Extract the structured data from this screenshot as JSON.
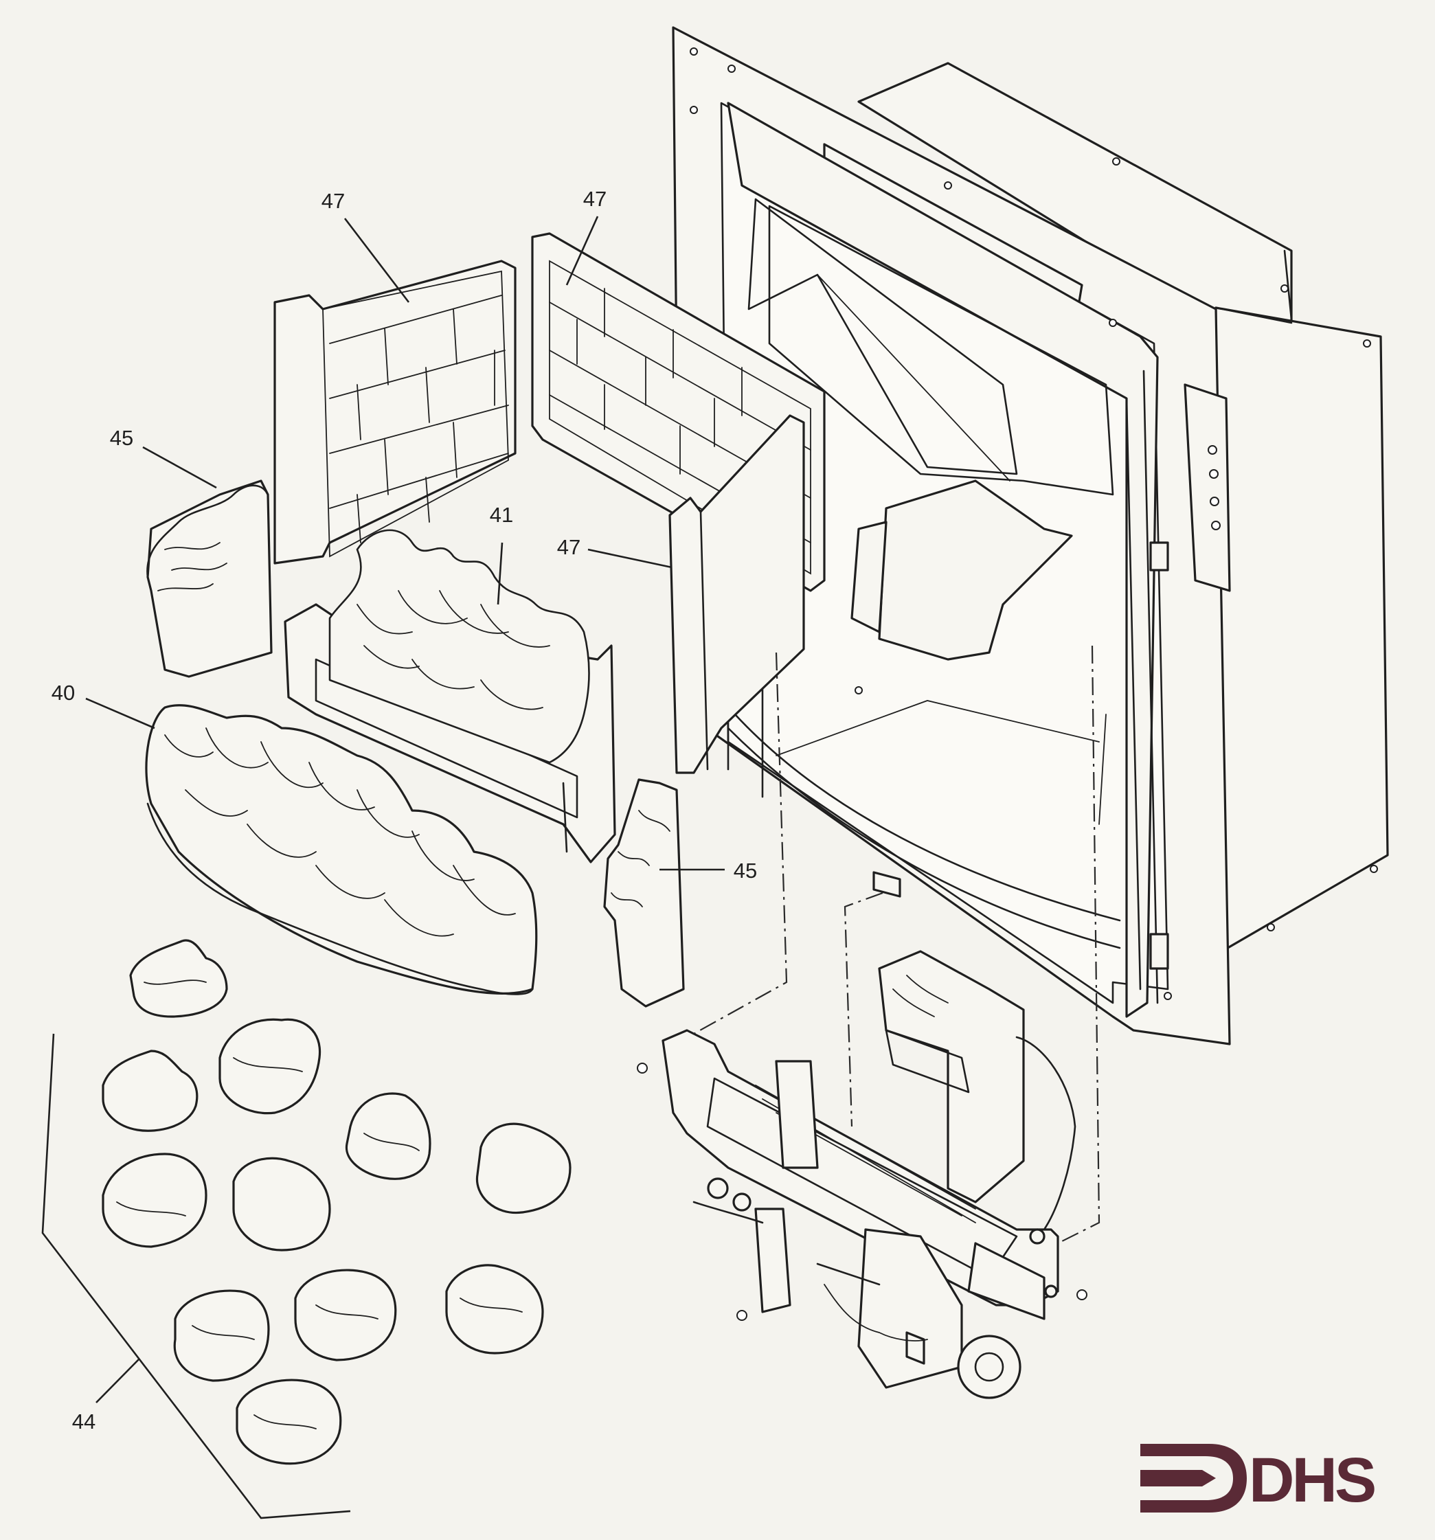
{
  "callouts": [
    {
      "id": "c47a",
      "label": "47"
    },
    {
      "id": "c47b",
      "label": "47"
    },
    {
      "id": "c47c",
      "label": "47"
    },
    {
      "id": "c45a",
      "label": "45"
    },
    {
      "id": "c45b",
      "label": "45"
    },
    {
      "id": "c41",
      "label": "41"
    },
    {
      "id": "c40",
      "label": "40"
    },
    {
      "id": "c44",
      "label": "44"
    }
  ],
  "logo": {
    "text": "DHS",
    "color": "#5a2a36",
    "icon": "arrow-bracket-icon"
  },
  "colors": {
    "line": "#1f1f1f",
    "paper": "#f4f3ee",
    "fill": "#f7f6f1"
  }
}
